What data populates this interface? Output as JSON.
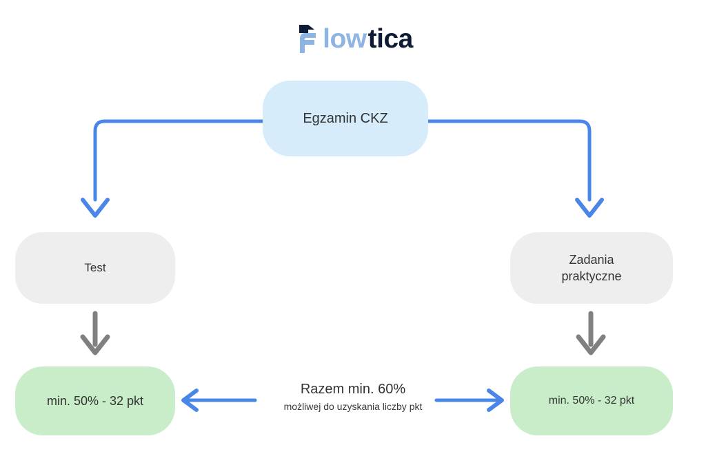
{
  "brand": {
    "mark_icon": "flowtica-f-flag-icon",
    "name_part1": "low",
    "name_part2": "tica",
    "full_name": "Flowtica",
    "color_light": "#8db4e2",
    "color_dark": "#0f1b35"
  },
  "diagram": {
    "nodes": {
      "exam": {
        "label": "Egzamin CKZ",
        "bg": "#d6ecfb"
      },
      "test": {
        "label": "Test",
        "bg": "#eeeeee"
      },
      "practical": {
        "label": "Zadania\npraktyczne",
        "bg": "#eeeeee"
      },
      "score_left": {
        "label": "min. 50% - 32 pkt",
        "bg": "#c8edc8"
      },
      "score_right": {
        "label": "min. 50% - 32 pkt",
        "bg": "#c8edc8"
      }
    },
    "center_caption": {
      "main": "Razem min. 60%",
      "sub": "możliwej do uzyskania liczby pkt"
    },
    "connectors": {
      "exam_to_test": "elbow-arrow-down-left",
      "exam_to_practical": "elbow-arrow-down-right",
      "test_to_score_left": "arrow-down",
      "practical_to_score_right": "arrow-down",
      "caption_to_score_left": "arrow-left",
      "caption_to_score_right": "arrow-right"
    },
    "colors": {
      "accent_blue": "#4a86e8",
      "arrow_grey": "#808080",
      "text": "#333333",
      "background": "#ffffff"
    }
  }
}
